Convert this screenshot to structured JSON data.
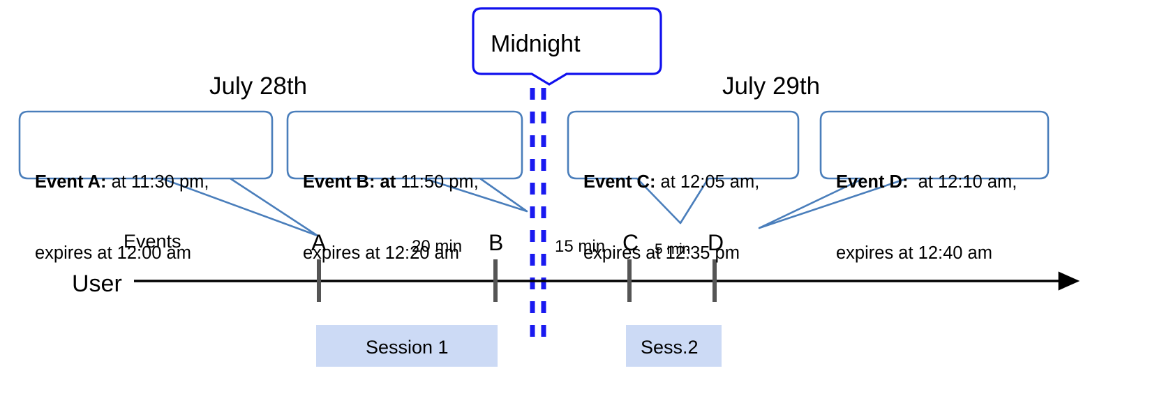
{
  "diagram": {
    "title_left": "July 28th",
    "title_right": "July 29th",
    "midnight_label": "Midnight",
    "row_labels": {
      "events": "Events",
      "user": "User"
    },
    "colors": {
      "callout_border": "#4A7EBB",
      "midnight_border": "#1010EE",
      "midnight_dashes": "#1A1AF0",
      "session_fill": "#CCDAF5",
      "tick": "#555555",
      "axis": "#000000",
      "leader_line": "#4A7EBB"
    },
    "callouts": [
      {
        "id": "event-a",
        "strong": "Event A:",
        "line1_rest": " at 11:30 pm,",
        "line2": "expires at 12:00 am"
      },
      {
        "id": "event-b",
        "strong": "Event B: at",
        "line1_rest": " 11:50 pm,",
        "line2": "expires at 12:20 am"
      },
      {
        "id": "event-c",
        "strong": "Event C:",
        "line1_rest": " at 12:05 am,",
        "line2": "expires at 12:35 pm"
      },
      {
        "id": "event-d",
        "strong": "Event D:",
        "line1_rest": "  at 12:10 am,",
        "line2": "expires at 12:40 am"
      }
    ],
    "markers": [
      {
        "letter": "A"
      },
      {
        "letter": "B"
      },
      {
        "letter": "C"
      },
      {
        "letter": "D"
      }
    ],
    "gaps": [
      {
        "label": "20 min"
      },
      {
        "label": "15 min"
      },
      {
        "label": "5 min"
      }
    ],
    "sessions": [
      {
        "label": "Session 1"
      },
      {
        "label": "Sess.2"
      }
    ]
  }
}
